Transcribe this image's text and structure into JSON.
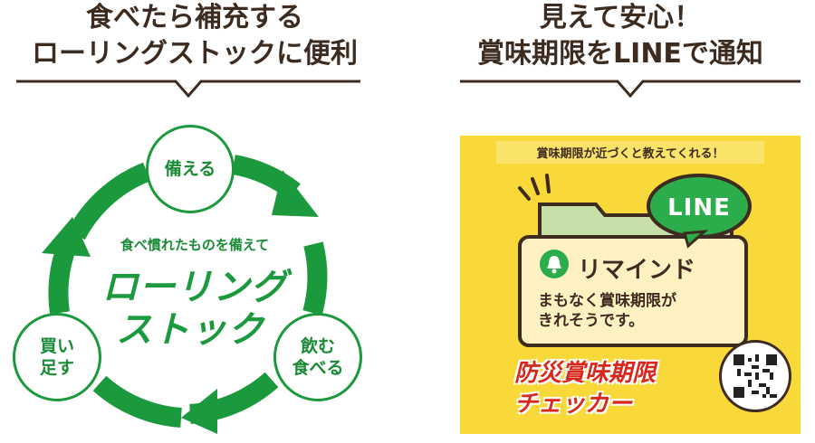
{
  "left": {
    "title_line1": "食べたら補充する",
    "title_line2": "ローリングストックに便利",
    "cycle": {
      "node_top": "備える",
      "node_left_line1": "買い",
      "node_left_line2": "足す",
      "node_right_line1": "飲む",
      "node_right_line2": "食べる",
      "center_subtitle": "食べ慣れたものを備えて",
      "center_title_line1": "ローリング",
      "center_title_line2": "ストック"
    }
  },
  "right": {
    "title_line1": "見えて安心！",
    "title_line2": "賞味期限をLINEで通知",
    "sticker": {
      "tagline": "賞味期限が近づくと教えてくれる！",
      "line_badge": "LINE",
      "remind_label": "リマインド",
      "message_line1": "まもなく賞味期限が",
      "message_line2": "きれそうです。",
      "title_line1": "防災賞味期限",
      "title_line2": "チェッカー"
    }
  },
  "colors": {
    "brown": "#3d2b1f",
    "green": "#1a9a3c",
    "yellow": "#f9d93a",
    "line_green": "#2aad4a",
    "red": "#d7281e"
  },
  "icons": [
    "bell-icon",
    "qr-code-icon",
    "cycle-arrow-icon",
    "alert-lines-icon"
  ]
}
